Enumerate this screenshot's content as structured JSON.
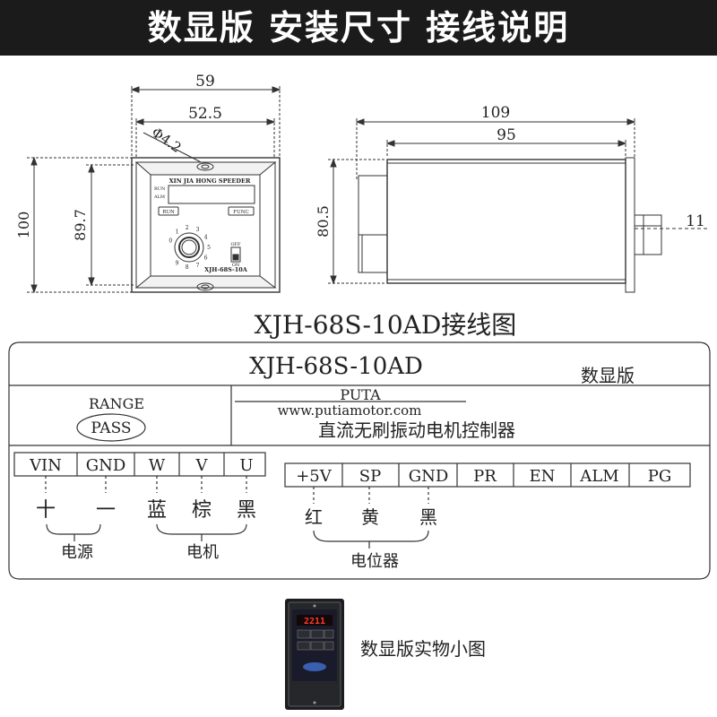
{
  "banner": {
    "title": "数显版 安装尺寸 接线说明"
  },
  "drawing": {
    "front": {
      "dim_outer_width": "59",
      "dim_inner_width": "52.5",
      "dim_hole": "Φ4.2",
      "dim_outer_height": "100",
      "dim_inner_height": "89.7",
      "panel_brand": "XIN JIA HONG SPEEDER",
      "panel_run_indicator": "RUN",
      "panel_alm_indicator": "ALM",
      "panel_run_button": "RUN",
      "panel_func_button": "FUNC",
      "panel_model": "XJH-68S-10A",
      "panel_off": "OFF",
      "panel_on": "ON",
      "dial_numbers": [
        "0",
        "1",
        "2",
        "3",
        "4",
        "5",
        "6",
        "7",
        "8",
        "9"
      ]
    },
    "side": {
      "dim_total_length": "109",
      "dim_body_length": "95",
      "dim_height": "80.5",
      "dim_shaft": "11"
    }
  },
  "wiring": {
    "title": "XJH-68S-10AD接线图",
    "model": "XJH-68S-10AD",
    "version_label": "数显版",
    "range_label": "RANGE",
    "pass_label": "PASS",
    "brand": "PUTA",
    "website": "www.putiamotor.com",
    "product_name": "直流无刷振动电机控制器",
    "left_terminals": [
      "VIN",
      "GND",
      "W",
      "V",
      "U"
    ],
    "left_wire_labels": [
      "十",
      "一",
      "蓝",
      "棕",
      "黑"
    ],
    "power_group": "电源",
    "motor_group": "电机",
    "right_terminals": [
      "+5V",
      "SP",
      "GND",
      "PR",
      "EN",
      "ALM",
      "PG"
    ],
    "right_wire_labels": [
      "红",
      "黄",
      "黑"
    ],
    "pot_group": "电位器"
  },
  "photo": {
    "display_value": "2211",
    "caption": "数显版实物小图"
  }
}
